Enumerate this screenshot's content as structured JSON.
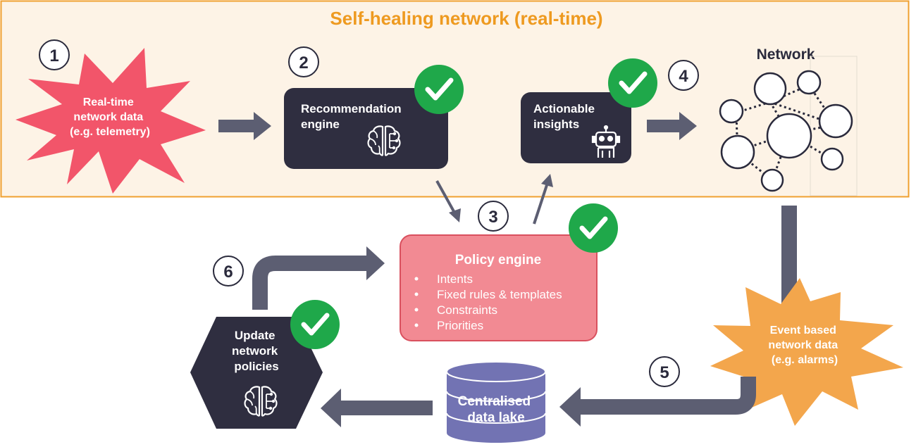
{
  "title": "Self-healing network (real-time)",
  "colors": {
    "banner_bg": "#fdf3e6",
    "banner_border": "#f0a030",
    "title": "#ee9a20",
    "dark_box": "#2f2e40",
    "arrow": "#5c5e72",
    "check": "#1fa84a",
    "burst_red": "#f2556a",
    "burst_orange": "#f3a64c",
    "policy_fill": "#f28a93",
    "policy_stroke": "#d9505e",
    "db_fill": "#7273b3",
    "number_stroke": "#2a2a3c"
  },
  "steps": [
    "1",
    "2",
    "3",
    "4",
    "5",
    "6"
  ],
  "realtime_data": {
    "line1": "Real-time",
    "line2": "network data",
    "line3": "(e.g. telemetry)"
  },
  "recommendation": {
    "line1": "Recommendation",
    "line2": "engine",
    "icon": "brain-icon"
  },
  "insights": {
    "line1": "Actionable",
    "line2": "insights",
    "icon": "robot-icon"
  },
  "network": {
    "label": "Network"
  },
  "policy": {
    "title": "Policy engine",
    "items": [
      "Intents",
      "Fixed rules & templates",
      "Constraints",
      "Priorities"
    ]
  },
  "event_data": {
    "line1": "Event based",
    "line2": "network data",
    "line3": "(e.g. alarms)"
  },
  "datalake": {
    "line1": "Centralised",
    "line2": "data lake"
  },
  "update": {
    "line1": "Update",
    "line2": "network",
    "line3": "policies",
    "icon": "brain-icon"
  }
}
